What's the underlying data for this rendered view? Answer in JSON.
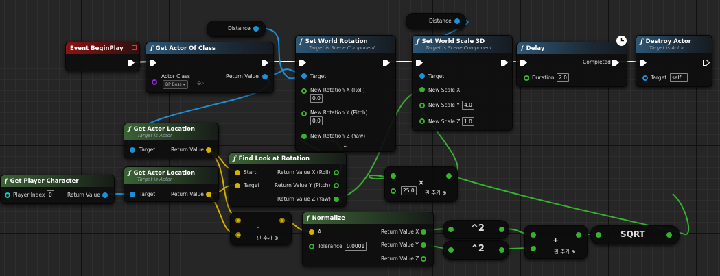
{
  "colors": {
    "wire_exec": "#ffffff",
    "wire_object": "#1d8fd6",
    "wire_vector": "#d6b100",
    "wire_float": "#37b12e",
    "header_blue": "#2e5675",
    "header_green": "#3b6335",
    "header_red": "#8a1414"
  },
  "nodes": {
    "event_begin": {
      "title": "Event BeginPlay"
    },
    "get_actor_of_class": {
      "title": "Get Actor Of Class",
      "actor_class": "Actor Class",
      "actor_class_value": "BP Boss",
      "return_value": "Return Value"
    },
    "distance_var_1": {
      "label": "Distance"
    },
    "distance_var_2": {
      "label": "Distance"
    },
    "set_world_rotation": {
      "title": "Set World Rotation",
      "subtitle": "Target is Scene Component",
      "target": "Target",
      "rot_x": "New Rotation X (Roll)",
      "rot_x_val": "0.0",
      "rot_y": "New Rotation Y (Pitch)",
      "rot_y_val": "0.0",
      "rot_z": "New Rotation Z (Yaw)"
    },
    "set_world_scale": {
      "title": "Set World Scale 3D",
      "subtitle": "Target is Scene Component",
      "target": "Target",
      "scale_x": "New Scale X",
      "scale_y": "New Scale Y",
      "scale_y_val": "4.0",
      "scale_z": "New Scale Z",
      "scale_z_val": "1.0"
    },
    "delay": {
      "title": "Delay",
      "completed": "Completed",
      "duration": "Duration",
      "duration_val": "2.0"
    },
    "destroy_actor": {
      "title": "Destroy Actor",
      "subtitle": "Target is Actor",
      "target": "Target",
      "target_val": "self"
    },
    "get_actor_location_1": {
      "title": "Get Actor Location",
      "subtitle": "Target is Actor",
      "target": "Target",
      "return_value": "Return Value"
    },
    "get_actor_location_2": {
      "title": "Get Actor Location",
      "subtitle": "Target is Actor",
      "target": "Target",
      "return_value": "Return Value"
    },
    "get_player_character": {
      "title": "Get Player Character",
      "player_index": "Player Index",
      "player_index_val": "0",
      "return_value": "Return Value"
    },
    "find_look_at": {
      "title": "Find Look at Rotation",
      "start": "Start",
      "target": "Target",
      "ret_x": "Return Value X (Roll)",
      "ret_y": "Return Value Y (Pitch)",
      "ret_z": "Return Value Z (Yaw)"
    },
    "multiply": {
      "op": "×",
      "val": "25.0",
      "add_pin": "핀 추가"
    },
    "subtract": {
      "op": "-",
      "add_pin": "핀 추가"
    },
    "normalize": {
      "title": "Normalize",
      "a": "A",
      "tolerance": "Tolerance",
      "tolerance_val": "0.0001",
      "ret_x": "Return Value X",
      "ret_y": "Return Value Y",
      "ret_z": "Return Value Z"
    },
    "square_1": {
      "op": "^2"
    },
    "square_2": {
      "op": "^2"
    },
    "add": {
      "op": "+",
      "add_pin": "핀 추가"
    },
    "sqrt": {
      "op": "SQRT"
    }
  }
}
